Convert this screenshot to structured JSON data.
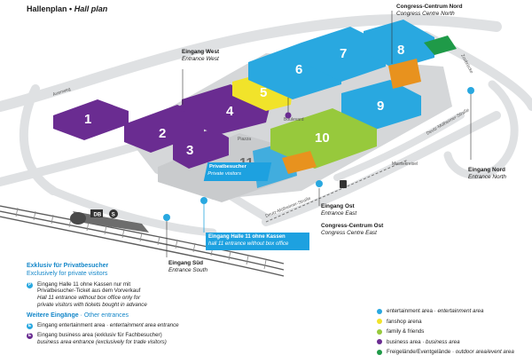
{
  "title": {
    "de": "Hallenplan",
    "sep": "•",
    "en": "Hall plan"
  },
  "halls": [
    "1",
    "2",
    "3",
    "4",
    "5",
    "6",
    "7",
    "8",
    "9",
    "10",
    "11"
  ],
  "roads": {
    "auenweg": "Auenweg",
    "boulevard": "Boulevard",
    "piazza": "Piazza",
    "messekreisel": "Messekreisel",
    "zoobruecke": "Zoobrücke",
    "deutz_muelheimer_1": "Deutz-Mülheimer-Straße",
    "deutz_muelheimer_2": "Deutz-Mülheimer-Straße"
  },
  "labels": {
    "eingang_west": {
      "de": "Eingang West",
      "en": "Entrance West"
    },
    "congress_nord": {
      "de": "Congress-Centrum Nord",
      "en": "Congress Centre North"
    },
    "eingang_nord": {
      "de": "Eingang Nord",
      "en": "Entrance North"
    },
    "eingang_ost": {
      "de": "Eingang Ost",
      "en": "Entrance East"
    },
    "congress_ost": {
      "de": "Congress-Centrum Ost",
      "en": "Congress Centre East"
    },
    "eingang_sued": {
      "de": "Eingang Süd",
      "en": "Entrance South"
    },
    "privatbesucher": {
      "de": "Privatbesucher",
      "en": "Private visitors"
    },
    "eingang_halle11": {
      "de": "Eingang Halle 11 ohne Kassen",
      "en": "hall 11 entrance without box office"
    },
    "db": "DB",
    "s": "S"
  },
  "legend_left": {
    "heading_de": "Exklusiv für Privatbesucher",
    "heading_en": "Exclusively for private visitors",
    "pv_line1": "Eingang Halle 11 ohne Kassen nur mit",
    "pv_line2": "Privatbesucher-Ticket aus dem Vorverkauf",
    "pv_line3": "Hall 11 entrance without box office only for",
    "pv_line4": "private visitors with tickets bought in advance",
    "other_de": "Weitere Eingänge",
    "other_sep": " · ",
    "other_en": "Other entrances",
    "ent_de": "Eingang entertainment area",
    "ent_en": "entertainment area entrance",
    "bus_de": "Eingang business area (exklusiv für Fachbesucher)",
    "bus_en": "business area entrance (exclusively for trade visitors)",
    "badge_pv": "P",
    "badge_e": "E"
  },
  "legend_right": [
    {
      "de": "entertainment area",
      "en": "entertainment area",
      "color": "#29a8e0"
    },
    {
      "de": "fanshop arena",
      "en": "",
      "color": "#f1e32a"
    },
    {
      "de": "family & friends",
      "en": "",
      "color": "#97c93c"
    },
    {
      "de": "business area",
      "en": "business area",
      "color": "#6a2c91"
    },
    {
      "de": "Freigelände/Eventgelände",
      "en": "outdoor area/event area",
      "color": "#1f9a48"
    }
  ],
  "colors": {
    "blue": "#29a8e0",
    "purple": "#6a2c91",
    "yellow": "#f1e32a",
    "green": "#97c93c",
    "orange": "#e8921e",
    "darkgreen": "#1f9a48",
    "road": "#e2e4e6",
    "rail": "#5a5a5a"
  }
}
